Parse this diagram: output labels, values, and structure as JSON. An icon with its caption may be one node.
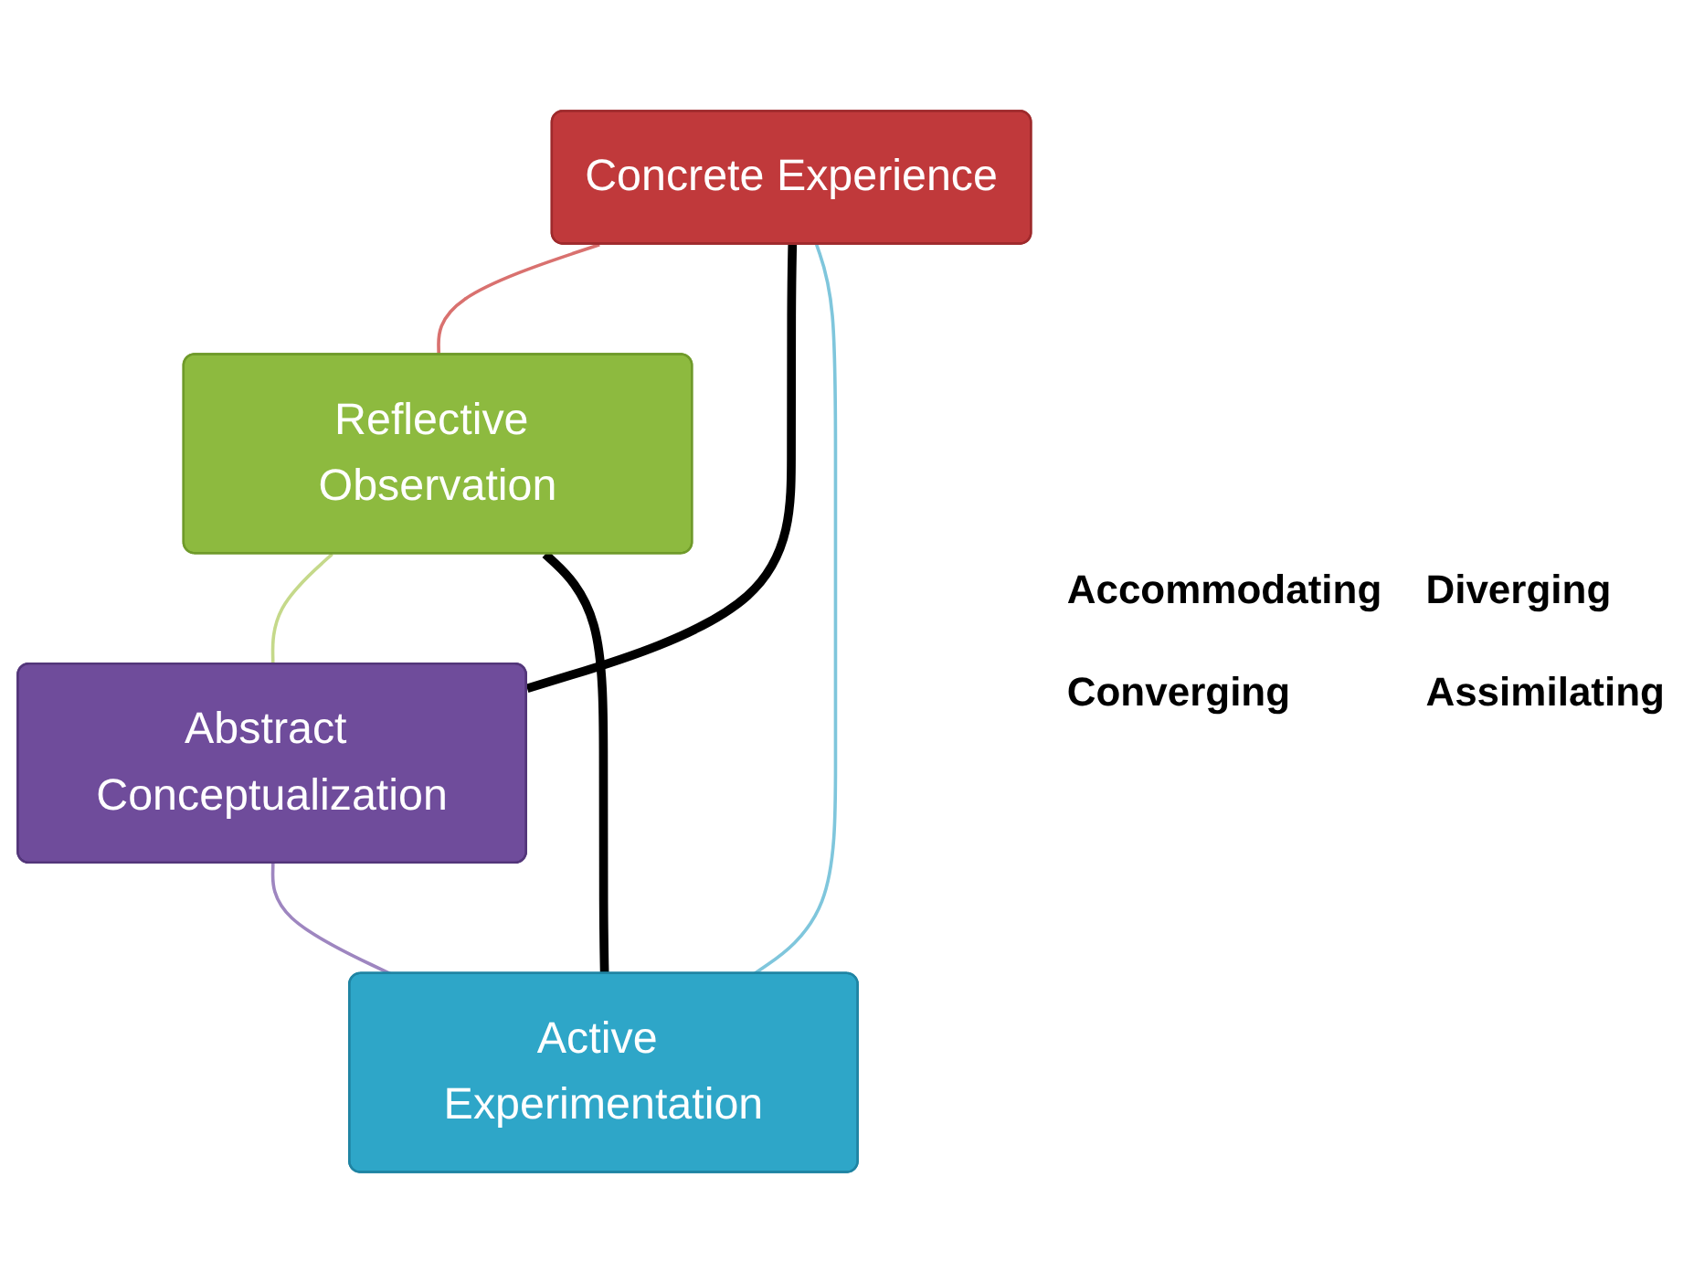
{
  "diagram": {
    "nodes": [
      {
        "text": [
          "Concrete Experience"
        ]
      },
      {
        "text": [
          "Reflective Observation"
        ]
      },
      {
        "text": [
          "Abstract Conceptualization"
        ]
      },
      {
        "text": [
          "Active Experimentation"
        ]
      }
    ],
    "edges": [
      {
        "from": 0,
        "to": 1,
        "arrow": "none",
        "color": "#d9716f"
      },
      {
        "from": 1,
        "to": 2,
        "arrow": "none",
        "color": "#c5d98a"
      },
      {
        "from": 2,
        "to": 3,
        "arrow": "none",
        "color": "#9e86c0"
      },
      {
        "from": 3,
        "to": 0,
        "arrow": "none",
        "color": "#7fc6dc"
      },
      {
        "from": 0,
        "to": 2,
        "arrow": "none",
        "style": "thick",
        "color": "#000000"
      },
      {
        "from": 3,
        "to": 1,
        "arrow": "none",
        "style": "thick",
        "color": "#000000"
      }
    ],
    "labels": [
      "Accommodating",
      "Diverging",
      "Converging",
      "Assimilating"
    ]
  }
}
